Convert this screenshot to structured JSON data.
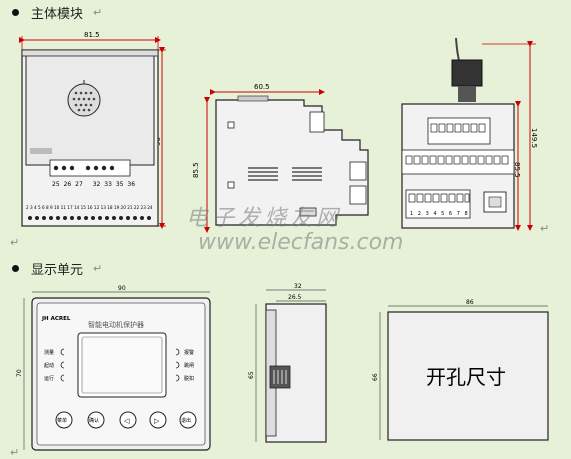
{
  "sections": {
    "main_module": {
      "title": "主体模块"
    },
    "display_unit": {
      "title": "显示单元"
    }
  },
  "main_module": {
    "front": {
      "width_label": "81.5",
      "height_label": "90",
      "terminal_top_row": [
        "25",
        "26",
        "27",
        "32",
        "33",
        "35",
        "36"
      ],
      "terminal_bottom_row": "2  3  4 5 6 8 9 10 11 17 14 15 16 12 13 18 19 20 21 22 23 24"
    },
    "side": {
      "width_label": "60.5",
      "height_label": "85.5"
    },
    "bottom": {
      "height_label_1": "85.5",
      "height_label_2": "149.5",
      "terminal_numbers": [
        "1",
        "2",
        "3",
        "4",
        "5",
        "6",
        "7",
        "8"
      ]
    }
  },
  "display_unit_data": {
    "front": {
      "width_label": "90",
      "height_label": "70",
      "brand": "JH ACREL",
      "title": "智能电动机保护器",
      "left_leds": [
        "测量",
        "起动",
        "运行"
      ],
      "right_leds": [
        "报警",
        "跳闸",
        "脱扣"
      ],
      "buttons": [
        "菜单",
        "确认",
        "◁",
        "▷",
        "退出"
      ]
    },
    "side": {
      "width_label_1": "32",
      "width_label_2": "26.5",
      "height_label": "65"
    },
    "cutout": {
      "width_label": "86",
      "height_label": "66",
      "label": "开孔尺寸"
    }
  },
  "watermark": {
    "title": "电子发烧友网",
    "url": "www.elecfans.com"
  }
}
